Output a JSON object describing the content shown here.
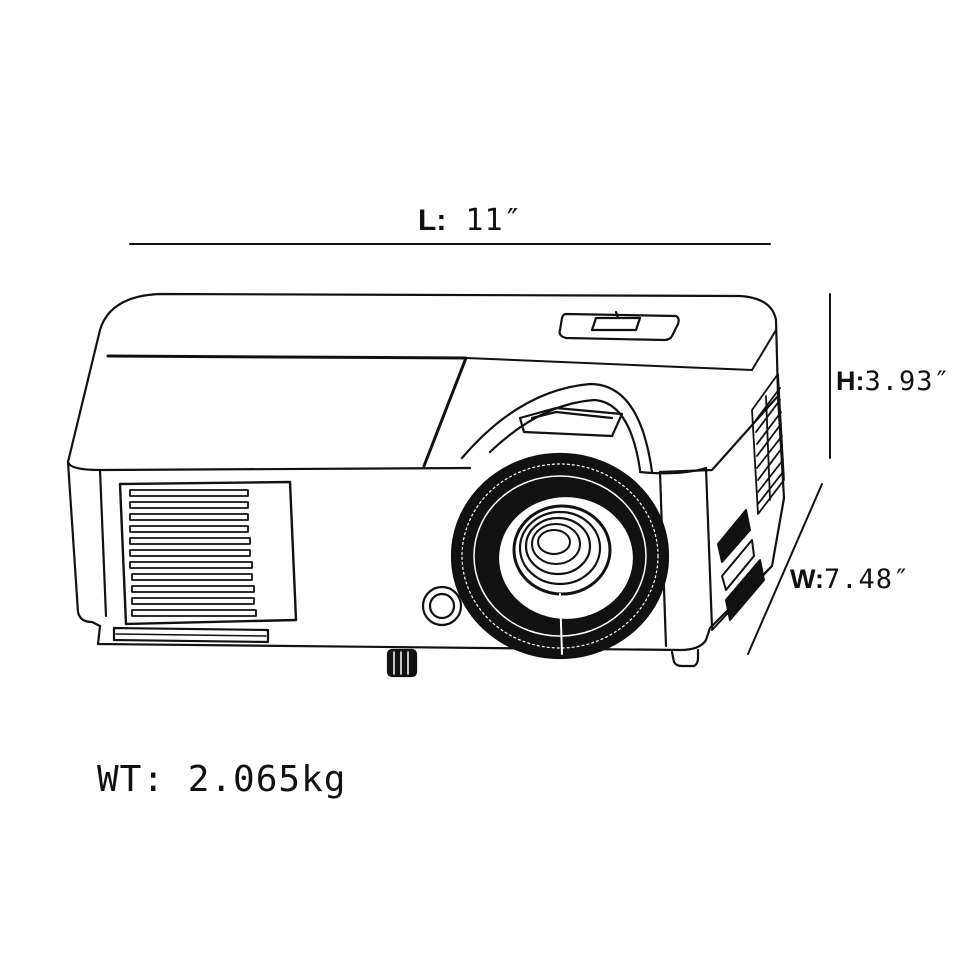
{
  "dimensions": {
    "length": {
      "key": "L:",
      "value": " 11″"
    },
    "height": {
      "key": "H:",
      "value": "3.93″"
    },
    "width": {
      "key": "W:",
      "value": "7.48″"
    }
  },
  "weight": {
    "text": "WT: 2.065kg"
  },
  "colors": {
    "line": "#111111",
    "background": "#ffffff"
  }
}
